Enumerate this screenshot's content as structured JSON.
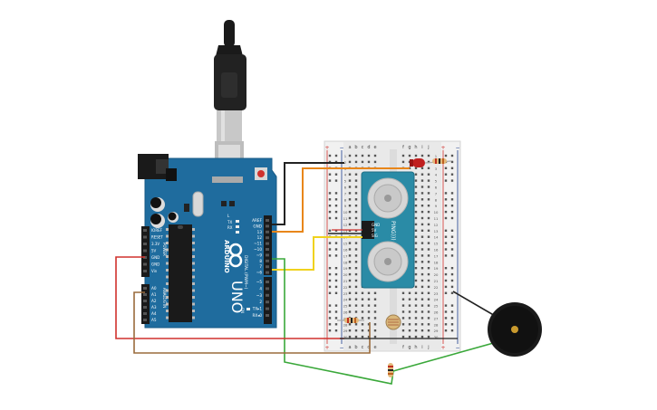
{
  "arduino": {
    "brand": "ARDUINO",
    "model": "UNO",
    "power_pins": [
      "IOREF",
      "RESET",
      "3.3V",
      "5V",
      "GND",
      "GND",
      "Vin"
    ],
    "power_header_label": "POWER",
    "analog_pins": [
      "A0",
      "A1",
      "A2",
      "A3",
      "A4",
      "A5"
    ],
    "analog_header_label": "ANALOG IN",
    "digital_pins": [
      "AREF",
      "GND",
      "13",
      "12",
      "~11",
      "~10",
      "~9",
      "8",
      "7",
      "~6",
      "~5",
      "4",
      "~3",
      "2",
      "TX▸1",
      "RX◂0"
    ],
    "digital_header_label": "DIGITAL (PWM~)",
    "led_labels": [
      "TX",
      "RX"
    ],
    "l_label": "L",
    "on_label": "ON"
  },
  "breadboard": {
    "column_letters_left": [
      "a",
      "b",
      "c",
      "d",
      "e"
    ],
    "column_letters_right": [
      "f",
      "g",
      "h",
      "i",
      "j"
    ],
    "row_numbers": [
      "1",
      "2",
      "3",
      "4",
      "5",
      "6",
      "7",
      "8",
      "9",
      "10",
      "11",
      "12",
      "13",
      "14",
      "15",
      "16",
      "17",
      "18",
      "19",
      "20",
      "21",
      "22",
      "23",
      "24",
      "25",
      "26",
      "27",
      "28",
      "29",
      "30"
    ],
    "plus": "+",
    "minus": "−"
  },
  "sensor": {
    "name": "PING)))",
    "pins": [
      "GND",
      "5V",
      "SIG"
    ]
  },
  "colors": {
    "board": "#1f6c9e",
    "wire_black": "#222222",
    "wire_orange": "#e8861a",
    "wire_yellow": "#f0d21e",
    "wire_green": "#3aa83a",
    "wire_red": "#d0312d",
    "wire_brown": "#9a6b3c",
    "sensor_pcb": "#2a8ba6"
  }
}
